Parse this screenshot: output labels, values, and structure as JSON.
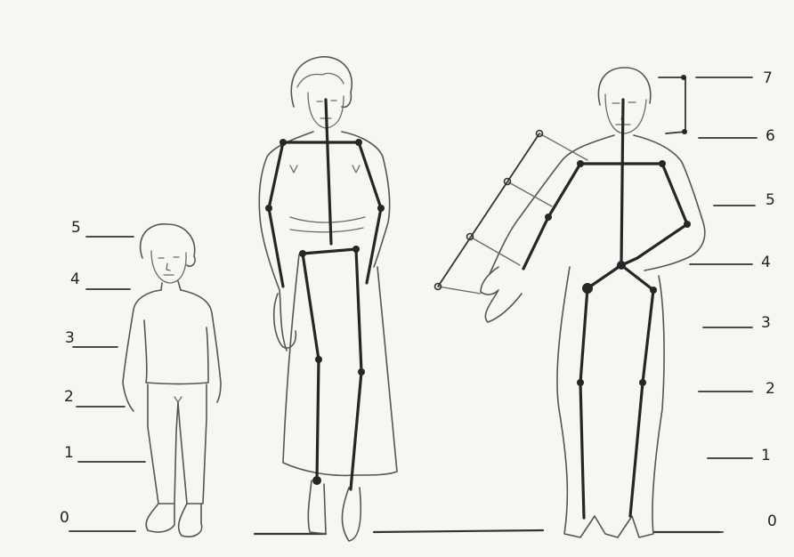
{
  "left_scale": {
    "labels": [
      "0",
      "1",
      "2",
      "3",
      "4",
      "5"
    ]
  },
  "right_scale": {
    "labels": [
      "0",
      "1",
      "2",
      "3",
      "4",
      "5",
      "6",
      "7"
    ]
  }
}
